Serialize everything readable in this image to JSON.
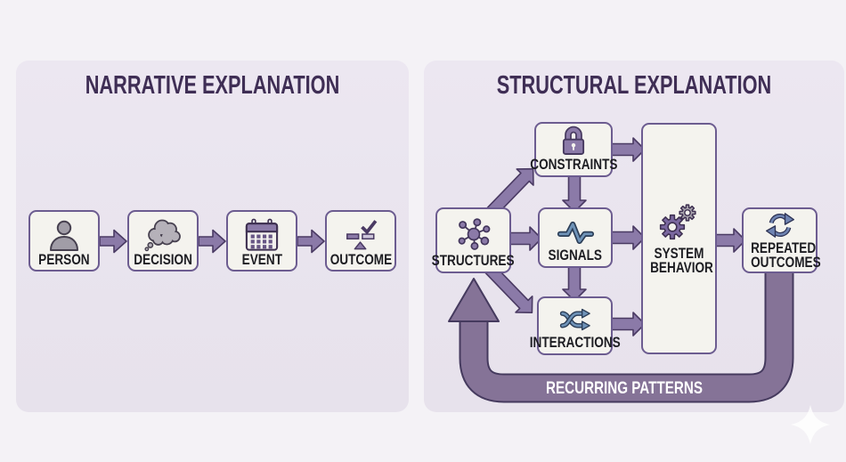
{
  "panels": {
    "narrative": {
      "title": "NARRATIVE EXPLANATION",
      "steps": [
        {
          "label": "PERSON",
          "icon": "person-icon"
        },
        {
          "label": "DECISION",
          "icon": "thought-bubble-icon"
        },
        {
          "label": "EVENT",
          "icon": "calendar-icon"
        },
        {
          "label": "OUTCOME",
          "icon": "checked-result-icon"
        }
      ]
    },
    "structural": {
      "title": "STRUCTURAL EXPLANATION",
      "nodes": {
        "structures": {
          "label": "STRUCTURES",
          "icon": "network-icon"
        },
        "constraints": {
          "label": "CONSTRAINTS",
          "icon": "lock-icon"
        },
        "signals": {
          "label": "SIGNALS",
          "icon": "waveform-icon"
        },
        "interactions": {
          "label": "INTERACTIONS",
          "icon": "shuffle-icon"
        },
        "system_behavior": {
          "label": "SYSTEM BEHAVIOR",
          "icon": "gears-icon"
        },
        "repeated_outcomes": {
          "label": "REPEATED OUTCOMES",
          "icon": "cycle-icon"
        }
      },
      "connections": [
        {
          "from": "structures",
          "to": "constraints"
        },
        {
          "from": "structures",
          "to": "signals"
        },
        {
          "from": "structures",
          "to": "interactions"
        },
        {
          "from": "constraints",
          "to": "signals"
        },
        {
          "from": "signals",
          "to": "interactions"
        },
        {
          "from": "constraints",
          "to": "system_behavior"
        },
        {
          "from": "signals",
          "to": "system_behavior"
        },
        {
          "from": "interactions",
          "to": "system_behavior"
        },
        {
          "from": "system_behavior",
          "to": "repeated_outcomes"
        },
        {
          "from": "repeated_outcomes",
          "to": "structures",
          "style": "feedback-loop",
          "label": "RECURRING PATTERNS"
        }
      ],
      "loop_label": "RECURRING PATTERNS"
    }
  },
  "decor": {
    "sparkle": "four-point-sparkle"
  },
  "colors": {
    "page_background": "#f4f2f6",
    "panel_background": "#e9e4ee",
    "title_text": "#3f2e55",
    "box_background": "#f4f3ee",
    "box_border": "#6c5c90",
    "label_text": "#1d1d22",
    "arrow_fill": "#8b7aa8",
    "arrow_outline": "#4a3a63",
    "loop_band": "#857397",
    "loop_label_text": "#ffffff",
    "icon_blue": "#6f93b8",
    "icon_purple": "#8b7aa8",
    "icon_gray": "#aaa6af"
  }
}
